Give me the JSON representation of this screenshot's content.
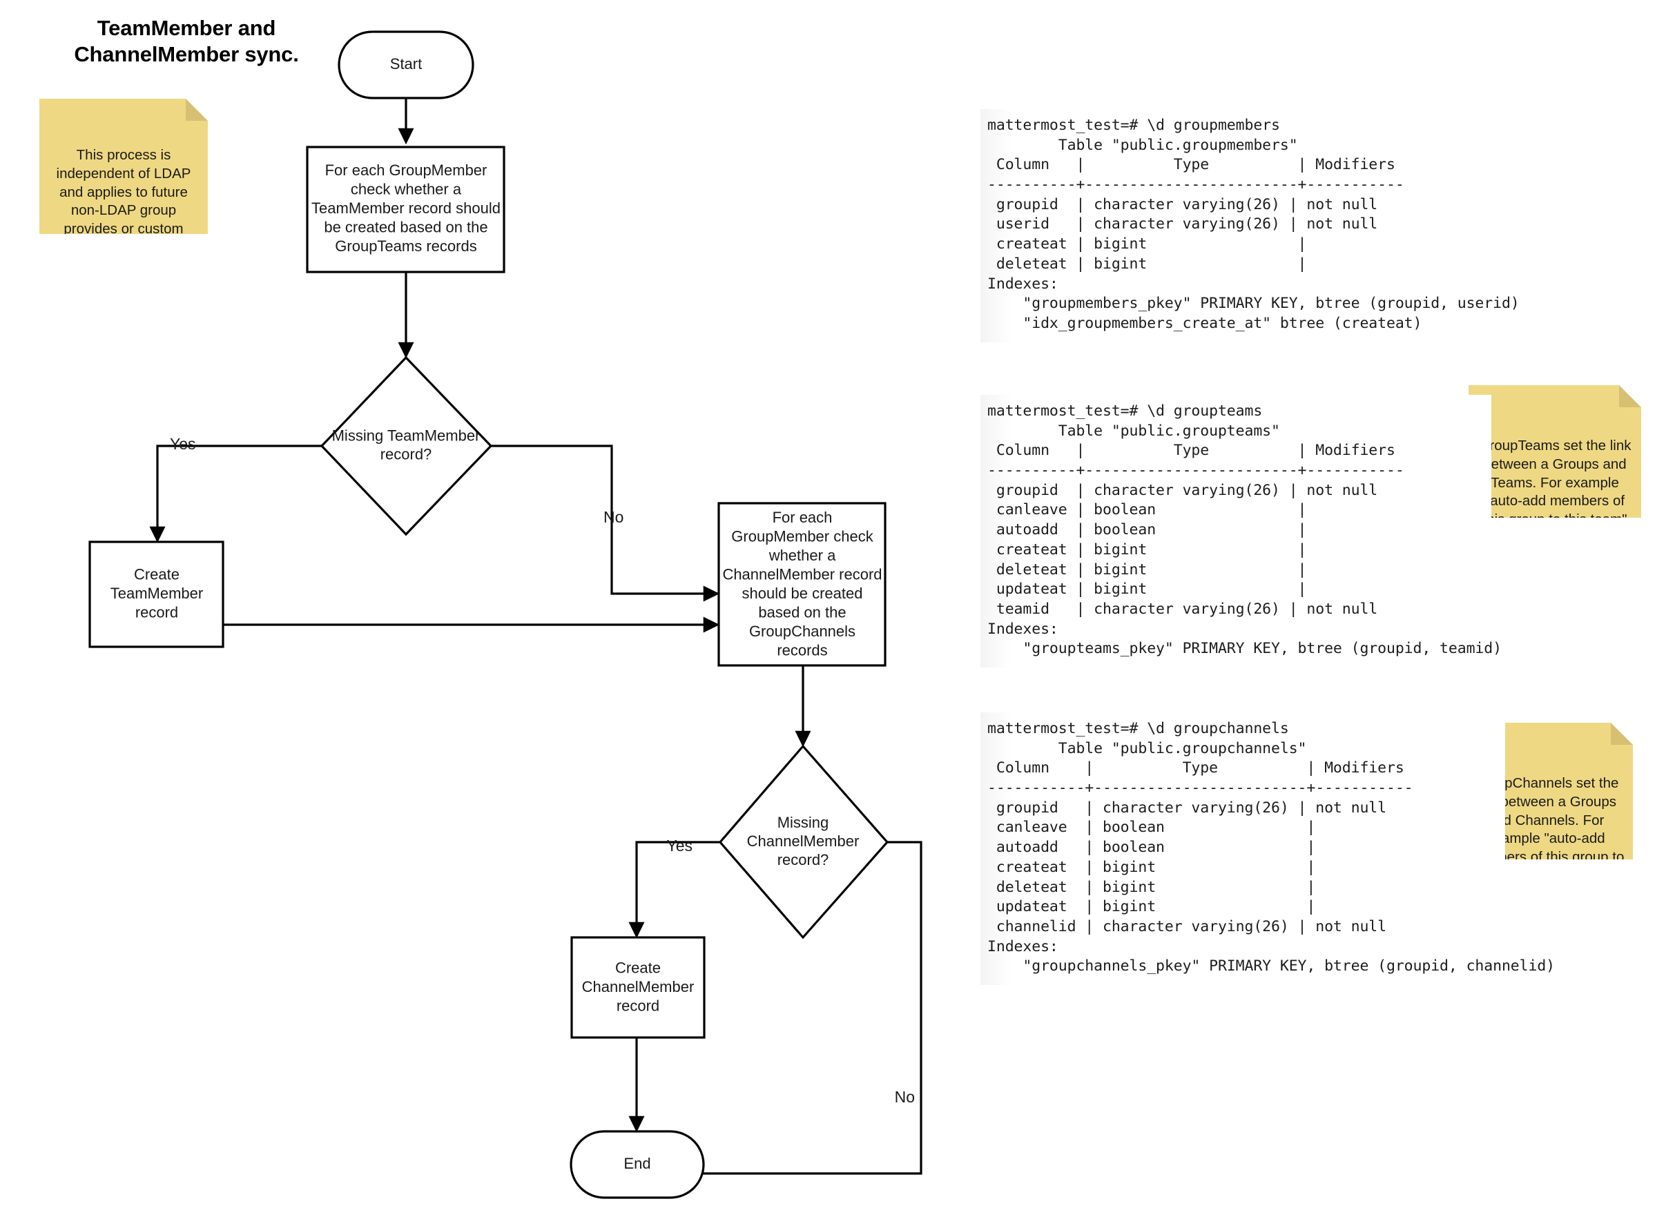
{
  "title": "TeamMember and\nChannelMember sync.",
  "notes": [
    {
      "id": "note-ldap",
      "text": "This process is independent of LDAP and applies to future non-LDAP group provides or custom groups"
    },
    {
      "id": "note-groupteams",
      "text": "GroupTeams set the link between a Groups and Teams. For example \"auto-add members of this group to this team\""
    },
    {
      "id": "note-groupchannels",
      "text": "GroupChannels set the link between a Groups and Channels. For example \"auto-add members of this group to this channel\""
    }
  ],
  "flowchart": {
    "nodes": {
      "start": "Start",
      "check_team": "For each GroupMember\ncheck whether a\nTeamMember record should\nbe created based on the\nGroupTeams records",
      "decision_team": "Missing TeamMember\nrecord?",
      "create_team": "Create\nTeamMember\nrecord",
      "check_channel": "For each\nGroupMember check\nwhether a\nChannelMember record\nshould be created\nbased on the\nGroupChannels\nrecords",
      "decision_channel": "Missing\nChannelMember\nrecord?",
      "create_channel": "Create\nChannelMember\nrecord",
      "end": "End"
    },
    "node_lines": {
      "check_team": [
        "For each GroupMember",
        "check whether a",
        "TeamMember record should",
        "be created based on the",
        "GroupTeams records"
      ],
      "decision_team": [
        "Missing TeamMember",
        "record?"
      ],
      "create_team": [
        "Create",
        "TeamMember",
        "record"
      ],
      "check_channel": [
        "For each",
        "GroupMember check",
        "whether a",
        "ChannelMember record",
        "should be created",
        "based on the",
        "GroupChannels",
        "records"
      ],
      "decision_channel": [
        "Missing",
        "ChannelMember",
        "record?"
      ],
      "create_channel": [
        "Create",
        "ChannelMember",
        "record"
      ],
      "start": [
        "Start"
      ],
      "end": [
        "End"
      ]
    },
    "edge_labels": {
      "team_yes": "Yes",
      "team_no": "No",
      "channel_yes": "Yes",
      "channel_no": "No"
    }
  },
  "terminals": [
    {
      "id": "term-groupmembers",
      "prompt": "mattermost_test=# \\d groupmembers",
      "table_caption": "Table \"public.groupmembers\"",
      "header": " Column   |          Type          | Modifiers",
      "rule": "----------+------------------------+-----------",
      "rows": [
        " groupid  | character varying(26) | not null",
        " userid   | character varying(26) | not null",
        " createat | bigint                 |",
        " deleteat | bigint                 |"
      ],
      "indexes_label": "Indexes:",
      "indexes": [
        "    \"groupmembers_pkey\" PRIMARY KEY, btree (groupid, userid)",
        "    \"idx_groupmembers_create_at\" btree (createat)"
      ]
    },
    {
      "id": "term-groupteams",
      "prompt": "mattermost_test=# \\d groupteams",
      "table_caption": "Table \"public.groupteams\"",
      "header": " Column   |          Type          | Modifiers",
      "rule": "----------+------------------------+-----------",
      "rows": [
        " groupid  | character varying(26) | not null",
        " canleave | boolean                |",
        " autoadd  | boolean                |",
        " createat | bigint                 |",
        " deleteat | bigint                 |",
        " updateat | bigint                 |",
        " teamid   | character varying(26) | not null"
      ],
      "indexes_label": "Indexes:",
      "indexes": [
        "    \"groupteams_pkey\" PRIMARY KEY, btree (groupid, teamid)"
      ]
    },
    {
      "id": "term-groupchannels",
      "prompt": "mattermost_test=# \\d groupchannels",
      "table_caption": "Table \"public.groupchannels\"",
      "header": " Column    |          Type          | Modifiers",
      "rule": "-----------+------------------------+-----------",
      "rows": [
        " groupid   | character varying(26) | not null",
        " canleave  | boolean                |",
        " autoadd   | boolean                |",
        " createat  | bigint                 |",
        " deleteat  | bigint                 |",
        " updateat  | bigint                 |",
        " channelid | character varying(26) | not null"
      ],
      "indexes_label": "Indexes:",
      "indexes": [
        "    \"groupchannels_pkey\" PRIMARY KEY, btree (groupid, channelid)"
      ]
    }
  ],
  "colors": {
    "sticky_bg": "#efd883",
    "sticky_fold": "#d8c073",
    "stroke": "#000000",
    "terminal_panel": "#f3f3f3",
    "page_bg": "#ffffff"
  }
}
